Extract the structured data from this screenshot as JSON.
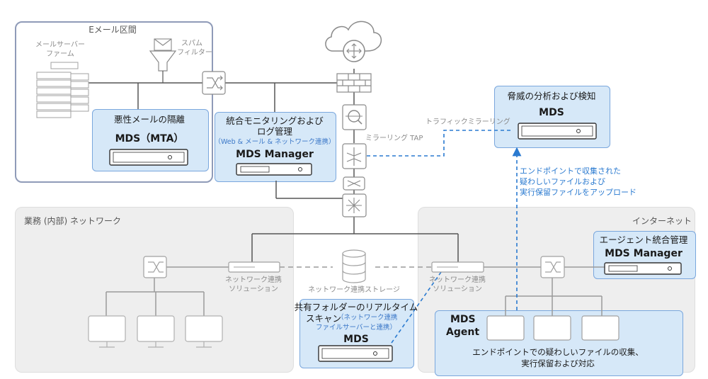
{
  "zones": {
    "email": "Eメール区間",
    "internal": "業務 (内部) ネットワーク",
    "internet": "インターネット"
  },
  "labels": {
    "mail_server_farm_1": "メールサーバー",
    "mail_server_farm_2": "ファーム",
    "spam_filter_1": "スパム",
    "spam_filter_2": "フィルター",
    "mirroring_tap": "ミラーリング TAP",
    "traffic_mirroring": "トラフィックミラーリング",
    "nw_solution_left_1": "ネットワーク連携",
    "nw_solution_left_2": "ソリューション",
    "nw_solution_right_1": "ネットワーク連携",
    "nw_solution_right_2": "ソリューション",
    "nw_storage": "ネットワーク連携ストレージ"
  },
  "boxes": {
    "mta": {
      "title": "悪性メールの隔離",
      "product": "MDS（MTA）"
    },
    "manager_center": {
      "title_1": "統合モニタリングおよび",
      "title_2": "ログ管理",
      "sub": "（Web & メール & ネットワーク連携）",
      "product": "MDS Manager"
    },
    "threat": {
      "title": "脅威の分析および検知",
      "product": "MDS"
    },
    "agent_mgmt": {
      "title": "エージェント統合管理",
      "product": "MDS Manager"
    },
    "share_scan": {
      "title_1": "共有フォルダーのリアルタイム",
      "title_2": "スキャン",
      "sub_1": "（ネットワーク連携",
      "sub_2": "ファイルサーバーと連携）",
      "product": "MDS"
    },
    "agent": {
      "product_1": "MDS",
      "product_2": "Agent",
      "caption_1": "エンドポイントでの疑わしいファイルの収集、",
      "caption_2": "実行保留および対応"
    }
  },
  "upload_note": {
    "line1": "エンドポイントで収集された",
    "line2": "疑わしいファイルおよび",
    "line3": "実行保留ファイルをアップロード"
  },
  "colors": {
    "email_border": "#8f9bb8",
    "box_fill": "#d6e8f8",
    "box_border": "#7aa7dd",
    "accent": "#2a7ad0",
    "grey_line": "#9a9a9a"
  }
}
